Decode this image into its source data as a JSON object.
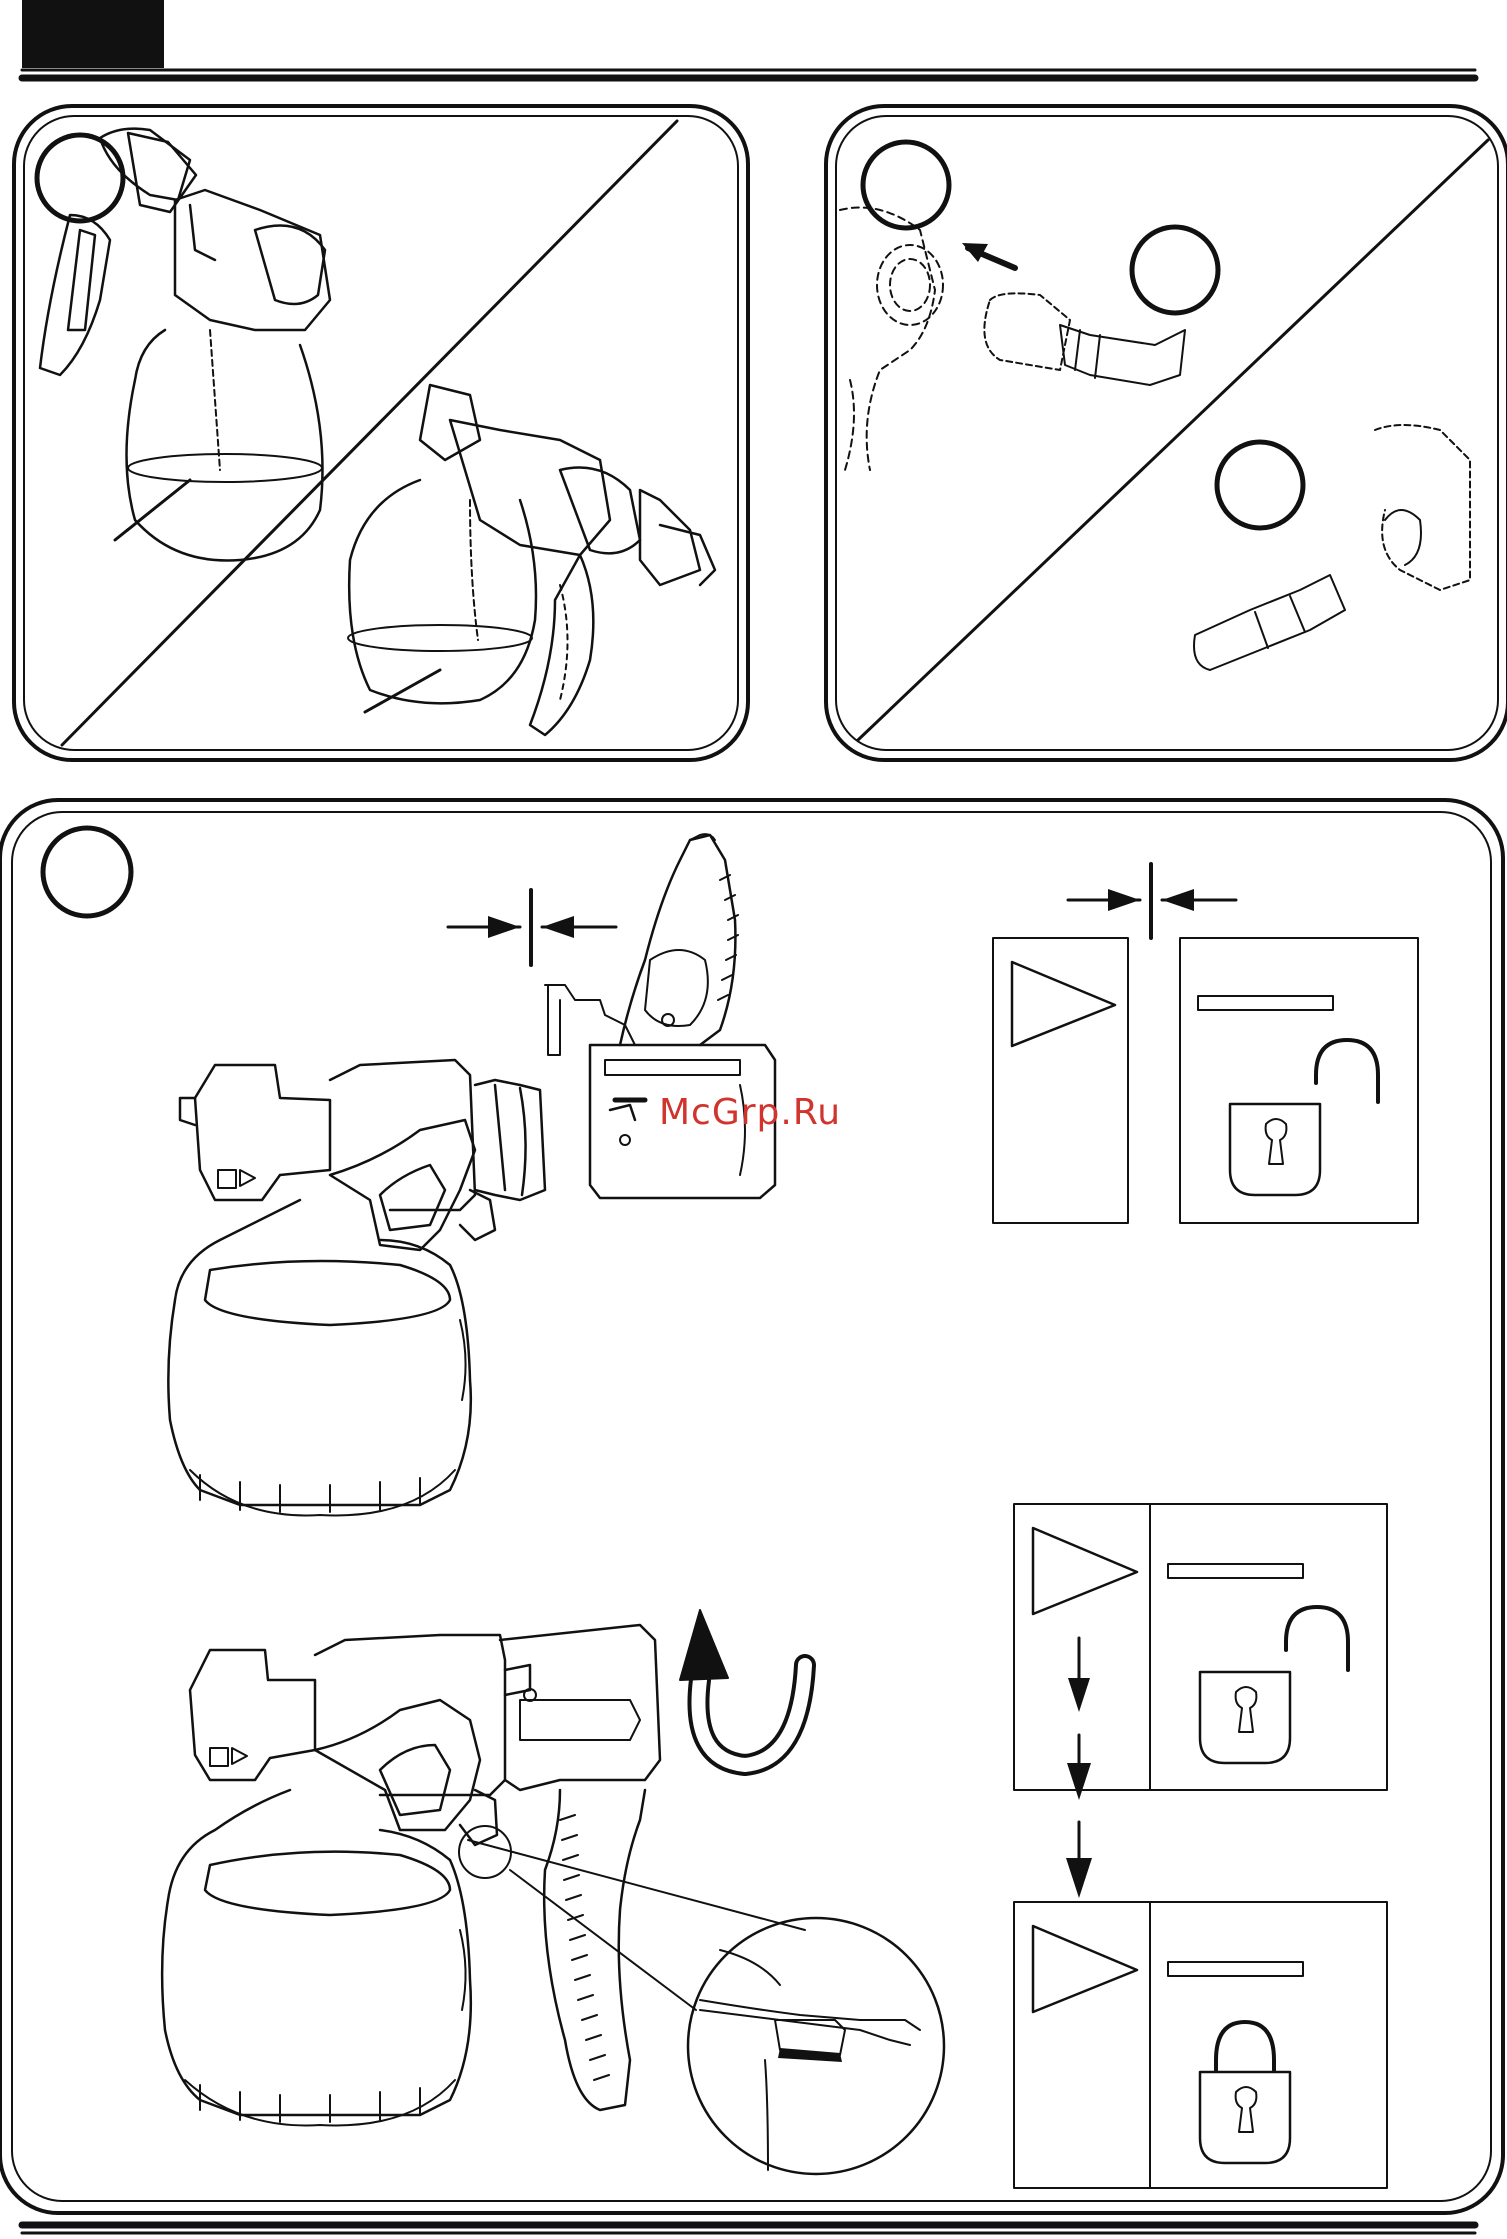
{
  "page": {
    "watermark": "McGrp.Ru",
    "colors": {
      "ink": "#111111",
      "paper": "#ffffff",
      "watermark": "#d0342c"
    }
  },
  "icons": [
    "header-tab-icon",
    "callout-circle-icon",
    "arrow-icon",
    "gap-arrows-icon",
    "play-triangle-icon",
    "unlocked-padlock-icon",
    "locked-padlock-icon",
    "rotate-arrow-icon",
    "spray-gun-illustration",
    "nozzle-illustration",
    "magnifier-detail-icon"
  ]
}
